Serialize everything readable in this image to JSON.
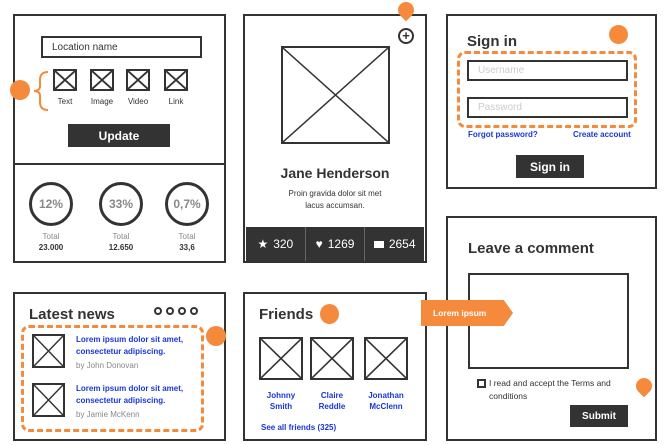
{
  "post": {
    "location_placeholder": "Location name",
    "types": [
      "Text",
      "Image",
      "Video",
      "Link"
    ],
    "update_label": "Update",
    "stats": [
      {
        "percent": "12%",
        "label": "Total",
        "value": "23.000"
      },
      {
        "percent": "33%",
        "label": "Total",
        "value": "12.650"
      },
      {
        "percent": "0,7%",
        "label": "Total",
        "value": "33,6"
      }
    ]
  },
  "profile": {
    "name": "Jane Henderson",
    "description_line1": "Proin gravida dolor sit met",
    "description_line2": "lacus accumsan.",
    "stars": "320",
    "likes": "1269",
    "comments": "2654"
  },
  "signin": {
    "title": "Sign in",
    "username_placeholder": "Username",
    "password_placeholder": "Password",
    "forgot": "Forgot password?",
    "create": "Create account",
    "button": "Sign in"
  },
  "comment": {
    "title": "Leave a comment",
    "terms": "I read and accept the Terms and",
    "terms2": "conditions",
    "submit": "Submit"
  },
  "news": {
    "title": "Latest news",
    "items": [
      {
        "headline1": "Lorem ipsum dolor sit amet,",
        "headline2": "consectetur adipiscing.",
        "author": "by John Donovan"
      },
      {
        "headline1": "Lorem ipsum dolor sit amet,",
        "headline2": "consectetur adipiscing.",
        "author": "by Jamie McKenn"
      }
    ]
  },
  "friends": {
    "title": "Friends",
    "people": [
      {
        "first": "Johnny",
        "last": "Smith"
      },
      {
        "first": "Claire",
        "last": "Reddle"
      },
      {
        "first": "Jonathan",
        "last": "McClenn"
      }
    ],
    "see_all": "See all friends (325)"
  },
  "tag": {
    "label": "Lorem ipsum"
  },
  "colors": {
    "accent": "#f58a3c",
    "dark": "#333333",
    "link": "#1a36d6"
  }
}
